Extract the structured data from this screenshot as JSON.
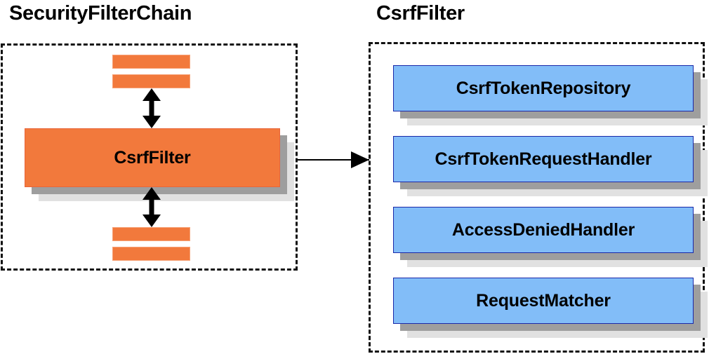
{
  "diagram": {
    "type": "component-relationship-diagram",
    "background_color": "#ffffff",
    "panels": [
      {
        "id": "security-filter-chain",
        "title": "SecurityFilterChain",
        "border_style": "dashed",
        "border_color": "#111111",
        "items": [
          {
            "kind": "slat",
            "label": ""
          },
          {
            "kind": "slat",
            "label": ""
          },
          {
            "kind": "card",
            "label": "CsrfFilter",
            "fill": "#f2793c"
          },
          {
            "kind": "slat",
            "label": ""
          },
          {
            "kind": "slat",
            "label": ""
          }
        ],
        "connectors": [
          {
            "type": "double-arrow",
            "orientation": "vertical",
            "from": "filter-slat-2",
            "to": "CsrfFilter"
          },
          {
            "type": "double-arrow",
            "orientation": "vertical",
            "from": "CsrfFilter",
            "to": "filter-slat-3"
          }
        ]
      },
      {
        "id": "csrf-filter",
        "title": "CsrfFilter",
        "border_style": "dashed",
        "border_color": "#111111",
        "items": [
          {
            "kind": "card",
            "label": "CsrfTokenRepository",
            "fill": "#82bdf8"
          },
          {
            "kind": "card",
            "label": "CsrfTokenRequestHandler",
            "fill": "#82bdf8"
          },
          {
            "kind": "card",
            "label": "AccessDeniedHandler",
            "fill": "#82bdf8"
          },
          {
            "kind": "card",
            "label": "RequestMatcher",
            "fill": "#82bdf8"
          }
        ]
      }
    ],
    "cross_panel_connector": {
      "type": "single-arrow",
      "orientation": "horizontal",
      "from": "CsrfFilter (SecurityFilterChain)",
      "to": "CsrfFilter (detail panel)",
      "color": "#000000"
    },
    "colors": {
      "orange_fill": "#f2793c",
      "orange_border": "#e8653a",
      "blue_fill": "#82bdf8",
      "blue_border": "#1a28a8",
      "shadow_dark": "#9e9e9e",
      "shadow_light": "#e1e1e1",
      "text": "#000000"
    }
  }
}
